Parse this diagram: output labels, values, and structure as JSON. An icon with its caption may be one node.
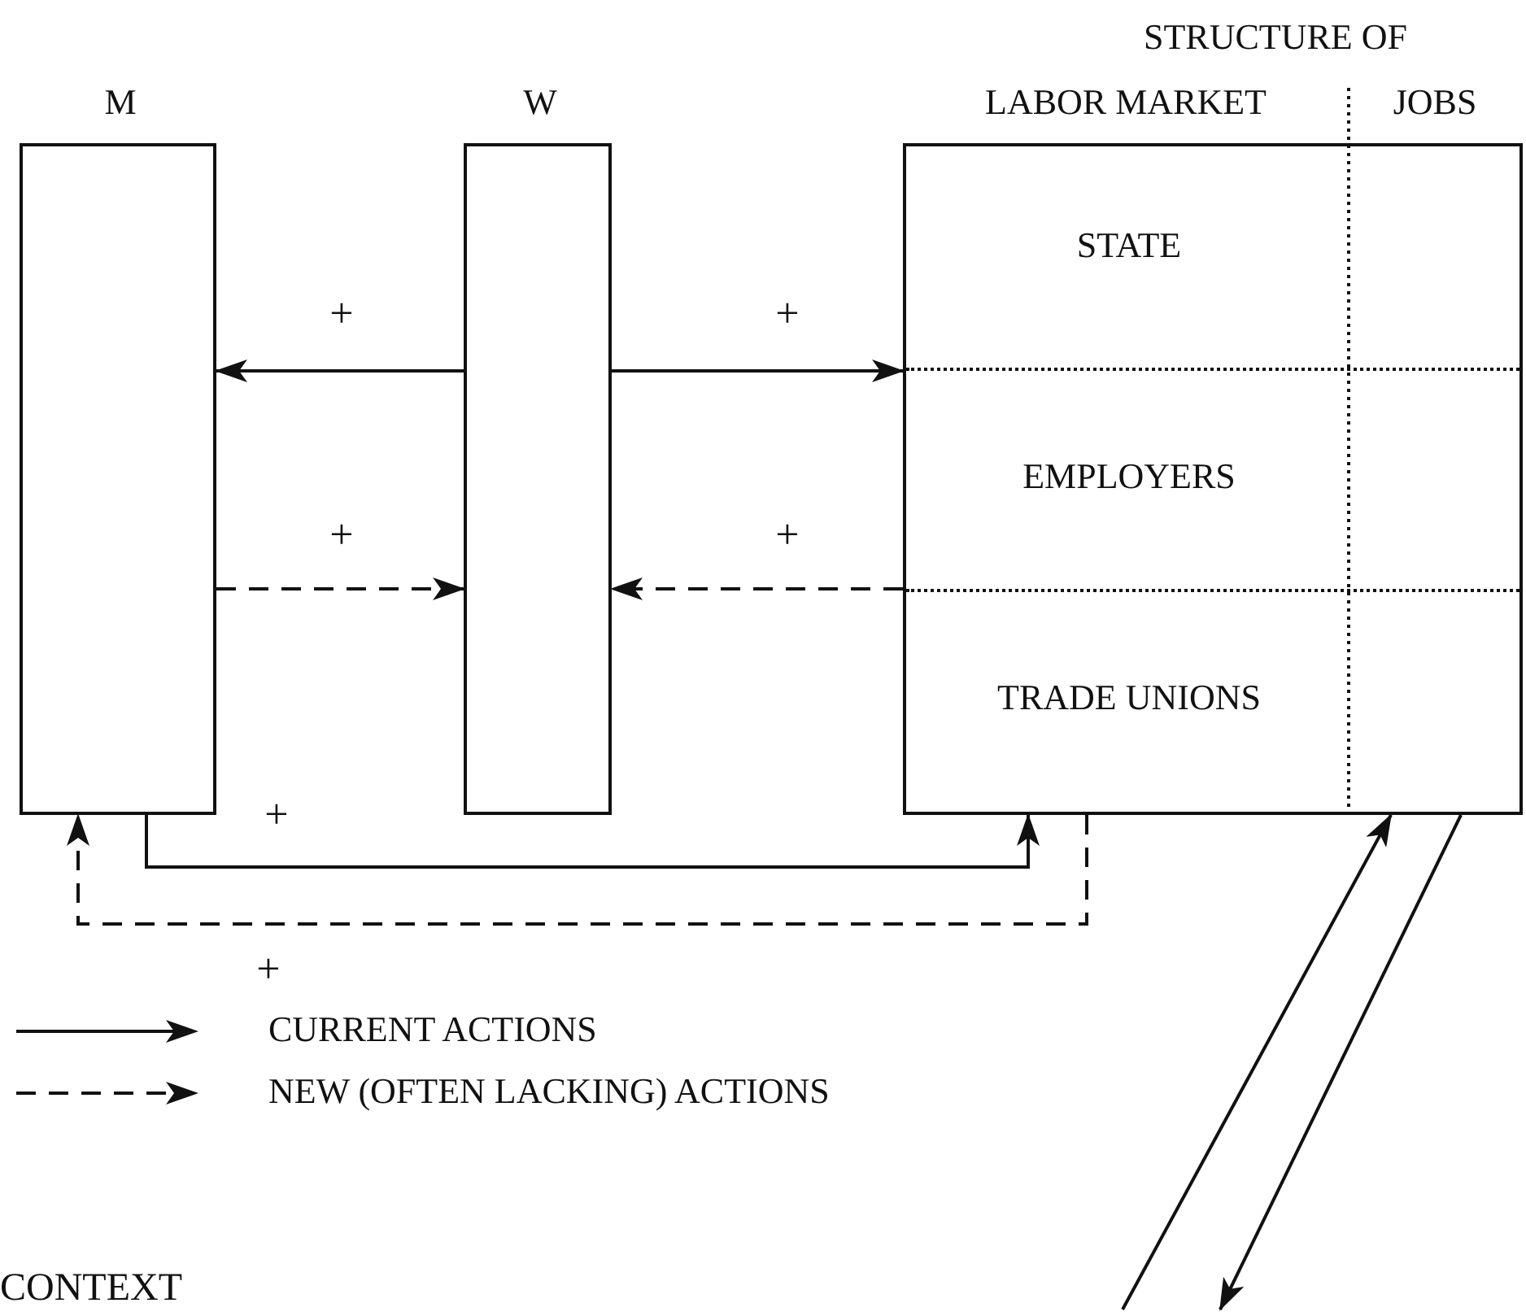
{
  "diagram": {
    "nodes": [
      {
        "text": [
          "M"
        ]
      },
      {
        "text": [
          "W"
        ]
      },
      {
        "text": [
          "STRUCTURE OF",
          "LABOR MARKET",
          "JOBS"
        ]
      },
      {
        "text": [
          "STATE"
        ],
        "in": 2
      },
      {
        "text": [
          "EMPLOYERS"
        ],
        "in": 2
      },
      {
        "text": [
          "TRADE UNIONS"
        ],
        "in": 2
      }
    ],
    "edges": [
      {
        "from": 1,
        "to": 0,
        "arrow": "to",
        "label": "+"
      },
      {
        "from": 1,
        "to": 2,
        "arrow": "to",
        "label": "+"
      },
      {
        "from": 0,
        "to": 1,
        "arrow": "to",
        "label": "+",
        "style": "dashed"
      },
      {
        "from": 2,
        "to": 1,
        "arrow": "to",
        "label": "+",
        "style": "dashed"
      },
      {
        "from": 0,
        "to": 2,
        "arrow": "to",
        "label": "+"
      },
      {
        "from": 2,
        "to": 0,
        "arrow": "to",
        "label": "+",
        "style": "dashed"
      },
      {
        "from": null,
        "to": 2,
        "arrow": "to"
      },
      {
        "from": 2,
        "to": null,
        "arrow": "to"
      }
    ],
    "labels": [
      "CONTEXT"
    ],
    "legend": [
      {
        "text": "CURRENT ACTIONS"
      },
      {
        "text": "NEW (OFTEN LACKING) ACTIONS"
      }
    ]
  }
}
